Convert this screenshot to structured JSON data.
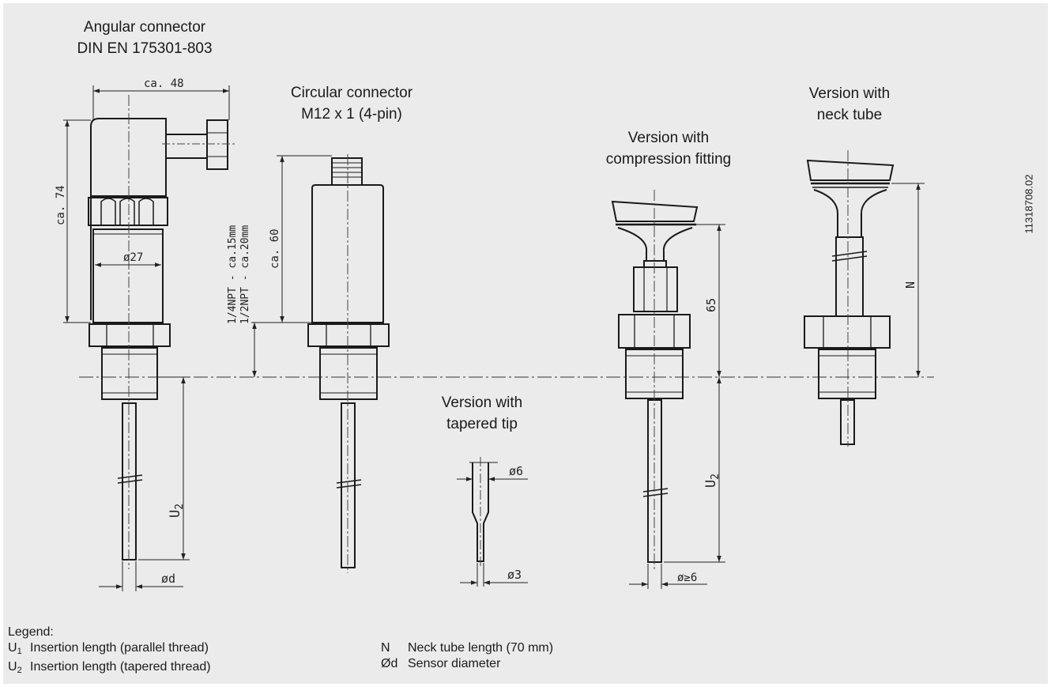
{
  "titles": {
    "angular_line1": "Angular connector",
    "angular_line2": "DIN EN 175301-803",
    "circular_line1": "Circular connector",
    "circular_line2": "M12 x 1 (4-pin)",
    "compression_line1": "Version with",
    "compression_line2": "compression fitting",
    "neck_line1": "Version with",
    "neck_line2": "neck tube",
    "tapered_line1": "Version with",
    "tapered_line2": "tapered tip"
  },
  "dimensions": {
    "width_48": "ca. 48",
    "height_74": "ca. 74",
    "dia_27": "ø27",
    "height_60": "ca. 60",
    "npt_quarter": "1/4NPT - ca.15mm",
    "npt_half": "1/2NPT - ca.20mm",
    "u2": "U",
    "u2_sub": "2",
    "dia_d": "ød",
    "dia_6": "ø6",
    "dia_3": "ø3",
    "len_65": "65",
    "dia_ge6": "ø≥6",
    "neck_n": "N"
  },
  "document_number": "11318708.02",
  "legend": {
    "heading": "Legend:",
    "u1_symbol": "U",
    "u1_sub": "1",
    "u1_text": "Insertion length (parallel thread)",
    "u2_symbol": "U",
    "u2_sub": "2",
    "u2_text": "Insertion length (tapered thread)",
    "n_symbol": "N",
    "n_text": "Neck tube length (70 mm)",
    "od_symbol": "Ød",
    "od_text": "Sensor diameter"
  },
  "colors": {
    "background": "#ebebeb",
    "line": "#1a1a1a"
  }
}
